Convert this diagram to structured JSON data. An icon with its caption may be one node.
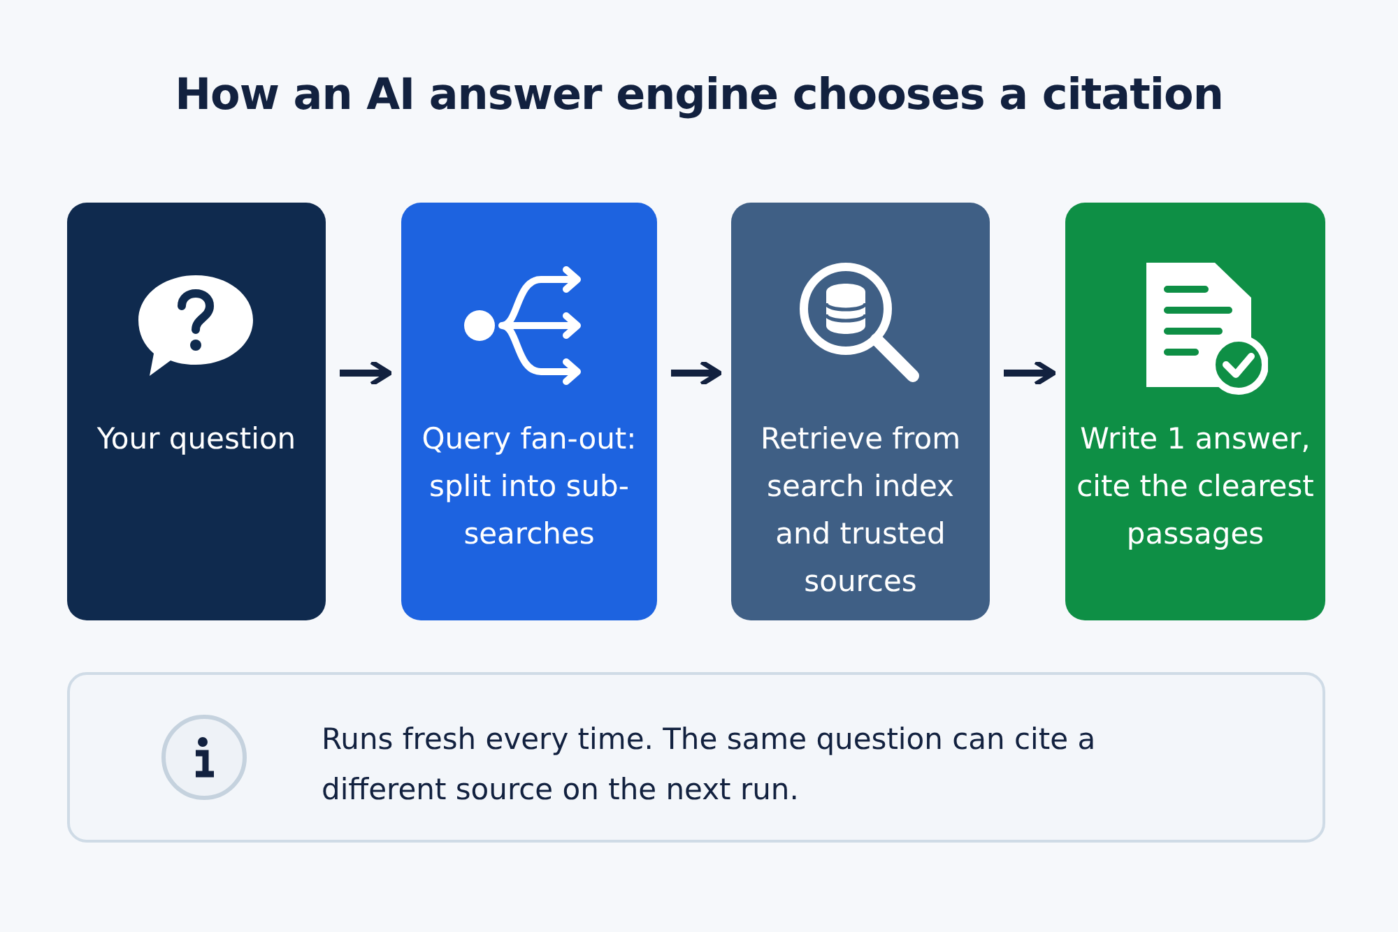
{
  "diagram": {
    "title": "How an AI answer engine chooses a citation",
    "nodes": [
      {
        "text": [
          "Your question"
        ]
      },
      {
        "text": [
          "Query fan-out: split into sub-searches"
        ]
      },
      {
        "text": [
          "Retrieve from search index and trusted sources"
        ]
      },
      {
        "text": [
          "Write 1 answer, cite the clearest passages"
        ]
      },
      {
        "text": [
          "Runs fresh every time. The same question can cite a different source on the next run."
        ]
      }
    ],
    "edges": [
      {
        "from": 0,
        "to": 1,
        "arrow": "to"
      },
      {
        "from": 1,
        "to": 2,
        "arrow": "to"
      },
      {
        "from": 2,
        "to": 3,
        "arrow": "to"
      }
    ]
  }
}
